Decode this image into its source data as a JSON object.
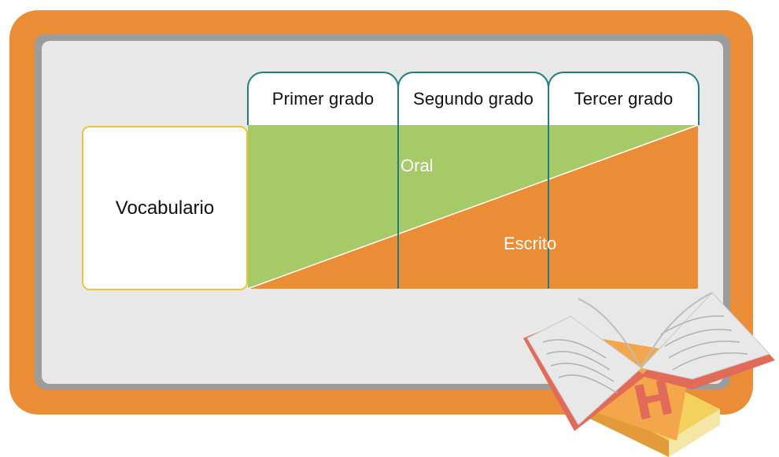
{
  "grades": [
    "Primer grado",
    "Segundo grado",
    "Tercer grado"
  ],
  "row_label": "Vocabulario",
  "regions": {
    "oral": "Oral",
    "escrito": "Escrito"
  },
  "colors": {
    "frame": "#ea8d36",
    "board": "#e8e8e8",
    "oral": "#a6ca68",
    "escrito": "#ea8d36",
    "tab_border": "#1f7c80",
    "label_border": "#f0c33a"
  },
  "decoration": "book-icon"
}
